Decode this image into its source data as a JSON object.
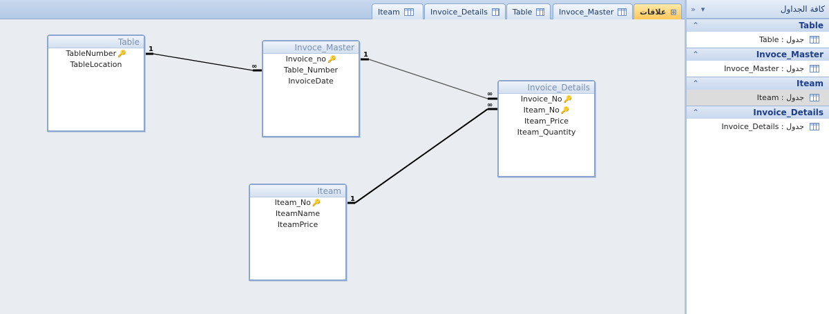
{
  "tabs": [
    {
      "label": "علاقات",
      "active": true
    },
    {
      "label": "Invoce_Master"
    },
    {
      "label": "Table"
    },
    {
      "label": "Invoice_Details"
    },
    {
      "label": "Iteam"
    }
  ],
  "tables": {
    "table": {
      "title": "Table",
      "fields": [
        "TableNumber",
        "TableLocation"
      ]
    },
    "invoce_master": {
      "title": "Invoce_Master",
      "fields": [
        "Invoice_no",
        "Table_Number",
        "InvoiceDate"
      ]
    },
    "invoice_details": {
      "title": "Invoice_Details",
      "fields": [
        "Invoice_No",
        "Iteam_No",
        "Iteam_Price",
        "Iteam_Quantity"
      ]
    },
    "iteam": {
      "title": "Iteam",
      "fields": [
        "Iteam_No",
        "IteamName",
        "IteamPrice"
      ]
    }
  },
  "relations": {
    "one": "1",
    "many": "∞"
  },
  "nav_pane": {
    "title": "كافة الجداول",
    "groups": [
      {
        "header": "Table",
        "item": "Table : جدول"
      },
      {
        "header": "Invoce_Master",
        "item": "Invoce_Master : جدول"
      },
      {
        "header": "Iteam",
        "item": "Iteam : جدول"
      },
      {
        "header": "Invoice_Details",
        "item": "Invoice_Details : جدول"
      }
    ]
  }
}
